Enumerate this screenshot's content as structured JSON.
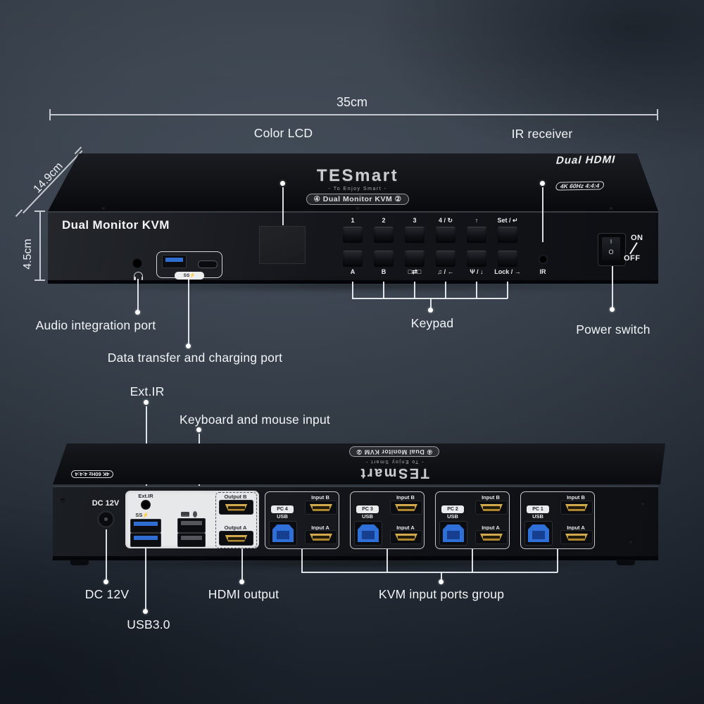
{
  "dimensions": {
    "width": "35cm",
    "depth": "14.9cm",
    "height": "4.5cm"
  },
  "brand": {
    "name": "TESmart",
    "tagline": "- To Enjoy Smart -",
    "badge": "④ Dual Monitor KVM ②",
    "hdmi_line1": "Dual HDMI",
    "hdmi_line2": "4K 60Hz 4:4:4"
  },
  "front_panel": {
    "title": "Dual Monitor KVM",
    "usb_badge": "SS⚡",
    "ir": "IR",
    "power_on": "ON",
    "power_off": "OFF",
    "rocker_on": "I",
    "rocker_off": "O",
    "keypad_top": [
      "1",
      "2",
      "3",
      "4 / ↻",
      "↑",
      "Set / ↵"
    ],
    "keypad_bottom": [
      "A",
      "B",
      "□⇄□",
      "♫ / ←",
      "Ψ / ↓",
      "Lock / →"
    ]
  },
  "rear_panel": {
    "dc": "DC 12V",
    "ext_ir": "Ext.IR",
    "usb3_badge": "SS⚡",
    "output_b": "Output B",
    "output_a": "Output A",
    "usb": "USB",
    "input_b": "Input B",
    "input_a": "Input A",
    "groups": [
      {
        "pc": "PC 4"
      },
      {
        "pc": "PC 3"
      },
      {
        "pc": "PC 2"
      },
      {
        "pc": "PC 1"
      }
    ]
  },
  "callouts": {
    "color_lcd": "Color LCD",
    "ir_receiver": "IR receiver",
    "audio": "Audio integration port",
    "keypad": "Keypad",
    "power": "Power switch",
    "data_port": "Data transfer and charging port",
    "ext_ir": "Ext.IR",
    "kb_mouse": "Keyboard and mouse input",
    "dc": "DC 12V",
    "hdmi_output": "HDMI output",
    "usb3": "USB3.0",
    "kvm_group": "KVM input ports group"
  }
}
